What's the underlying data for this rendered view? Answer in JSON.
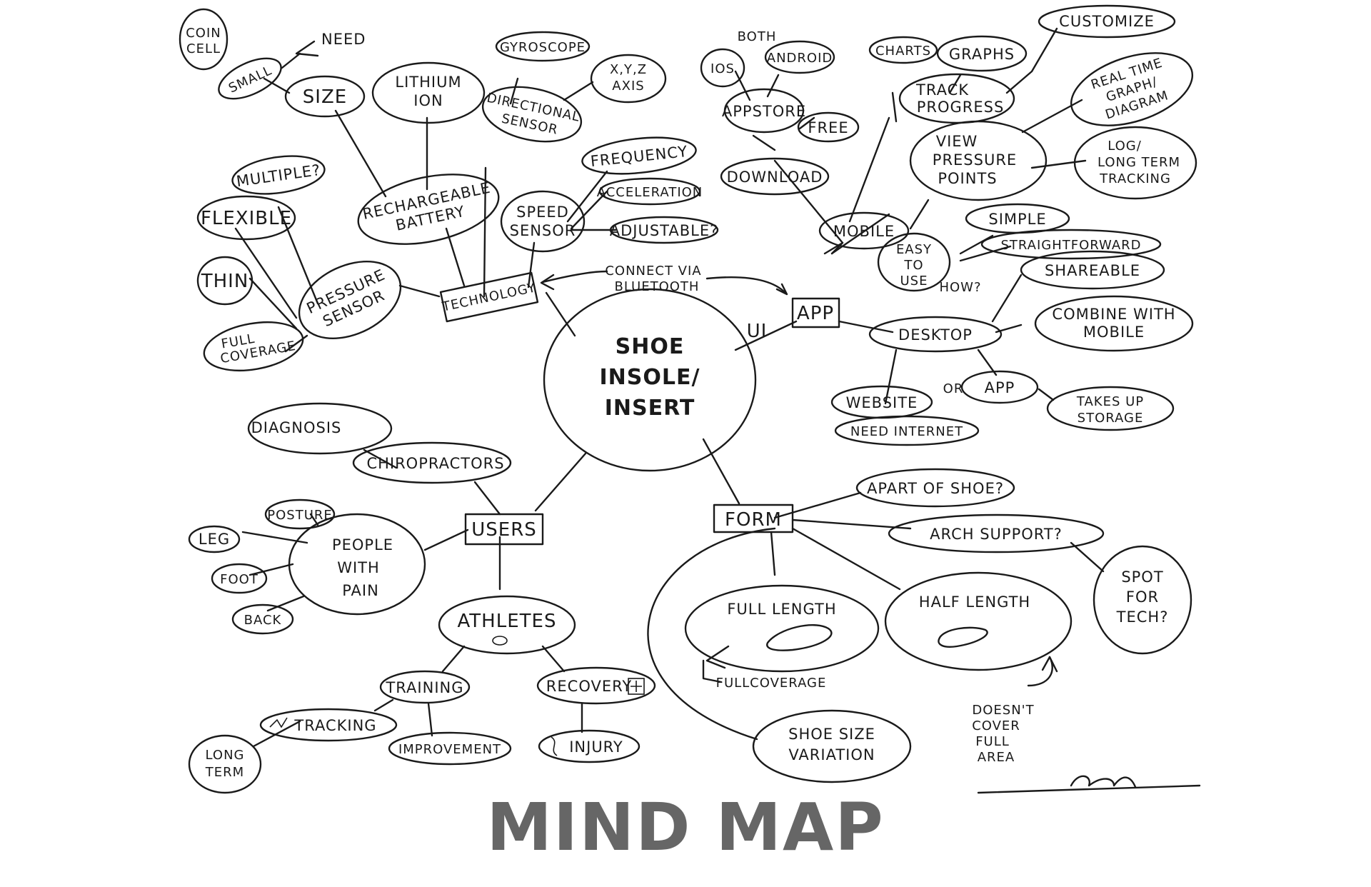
{
  "title": "MIND MAP",
  "center": [
    "SHOE",
    "INSOLE/",
    "INSERT"
  ],
  "hubs": {
    "technology": "TECHNOLOGY",
    "app": "APP",
    "users": "USERS",
    "form": "FORM"
  },
  "links": {
    "bluetooth": [
      "CONNECT VIA",
      "BLUETOOTH"
    ],
    "ui": "UI",
    "how": "HOW?",
    "or": "OR",
    "need": "NEED"
  },
  "technology": {
    "coin_cell": [
      "COIN",
      "CELL"
    ],
    "small": "SMALL",
    "size": "SIZE",
    "lithium_ion": [
      "LITHIUM",
      "ION"
    ],
    "gyroscope": "GYROSCOPE",
    "xyz_axis": [
      "X,Y,Z",
      "AXIS"
    ],
    "directional_sensor": [
      "DIRECTIONAL",
      "SENSOR"
    ],
    "multiple": "MULTIPLE?",
    "flexible": "FLEXIBLE",
    "thin": "THIN",
    "full_coverage": [
      "FULL",
      "COVERAGE"
    ],
    "pressure_sensor": [
      "PRESSURE",
      "SENSOR"
    ],
    "rechargeable_battery": [
      "RECHARGEABLE",
      "BATTERY"
    ],
    "speed_sensor": [
      "SPEED",
      "SENSOR"
    ],
    "frequency": "FREQUENCY",
    "acceleration": "ACCELERATION",
    "adjustable": "ADJUSTABLE?"
  },
  "app": {
    "ios": "IOS",
    "both": "BOTH",
    "android": "ANDROID",
    "appstore": "APPSTORE",
    "free": "FREE",
    "download": "DOWNLOAD",
    "mobile": "MOBILE",
    "charts": "CHARTS",
    "graphs": "GRAPHS",
    "customize": "CUSTOMIZE",
    "track_progress": [
      "TRACK",
      "PROGRESS"
    ],
    "real_time": [
      "REAL TIME",
      "GRAPH/",
      "DIAGRAM"
    ],
    "view_pressure": [
      "VIEW",
      "PRESSURE",
      "POINTS"
    ],
    "log": [
      "LOG/",
      "LONG TERM",
      "TRACKING"
    ],
    "easy_to_use": [
      "EASY",
      "TO",
      "USE"
    ],
    "simple": "SIMPLE",
    "straightforward": "STRAIGHTFORWARD",
    "shareable": "SHAREABLE",
    "combine": [
      "COMBINE WITH",
      "MOBILE"
    ],
    "desktop": "DESKTOP",
    "website": "WEBSITE",
    "need_internet": "NEED INTERNET",
    "desktop_app": "APP",
    "takes_up": [
      "TAKES UP",
      "STORAGE"
    ]
  },
  "users": {
    "diagnosis": "DIAGNOSIS",
    "chiropractors": "CHIROPRACTORS",
    "posture": "POSTURE",
    "leg": "LEG",
    "foot": "FOOT",
    "back": "BACK",
    "people_with_pain": [
      "PEOPLE",
      "WITH",
      "PAIN"
    ],
    "athletes": "ATHLETES",
    "training": "TRAINING",
    "tracking": "TRACKING",
    "long_term": [
      "LONG",
      "TERM"
    ],
    "improvement": "IMPROVEMENT",
    "recovery": "RECOVERY",
    "injury": "INJURY"
  },
  "form": {
    "apart_of_shoe": "APART OF SHOE?",
    "arch_support": "ARCH SUPPORT?",
    "spot_for_tech": [
      "SPOT",
      "FOR",
      "TECH?"
    ],
    "full_length": "FULL LENGTH",
    "half_length": "HALF LENGTH",
    "fullcoverage": "FULLCOVERAGE",
    "doesnt_cover": [
      "DOESN'T",
      "COVER",
      "FULL",
      "AREA"
    ],
    "shoe_size": [
      "SHOE SIZE",
      "VARIATION"
    ]
  }
}
